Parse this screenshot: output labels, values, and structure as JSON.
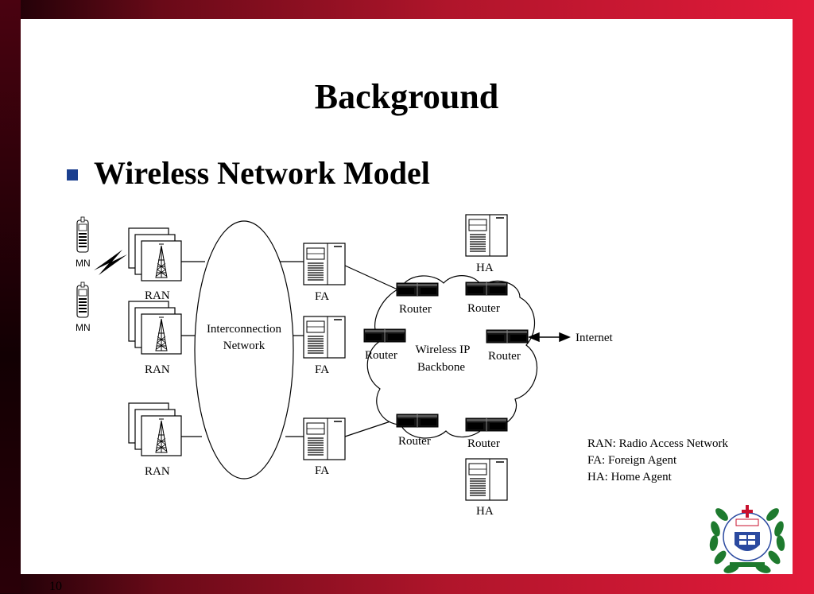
{
  "slide": {
    "title": "Background",
    "bullet": "Wireless Network Model",
    "page_number": "10"
  },
  "diagram": {
    "mn_label": "MN",
    "ran_label": "RAN",
    "fa_label": "FA",
    "ha_label": "HA",
    "router_label": "Router",
    "interconnection": [
      "Interconnection",
      "Network"
    ],
    "backbone": [
      "Wireless IP",
      "Backbone"
    ],
    "internet_label": "Internet",
    "legend": [
      "RAN: Radio Access Network",
      "FA: Foreign Agent",
      "HA: Home Agent"
    ]
  },
  "colors": {
    "accent_blue": "#1b3f8f",
    "frame_red": "#e31a3a",
    "frame_dark": "#1a0006",
    "logo_green": "#1e7a2e"
  },
  "logo": {
    "name": "university-seal-logo"
  }
}
